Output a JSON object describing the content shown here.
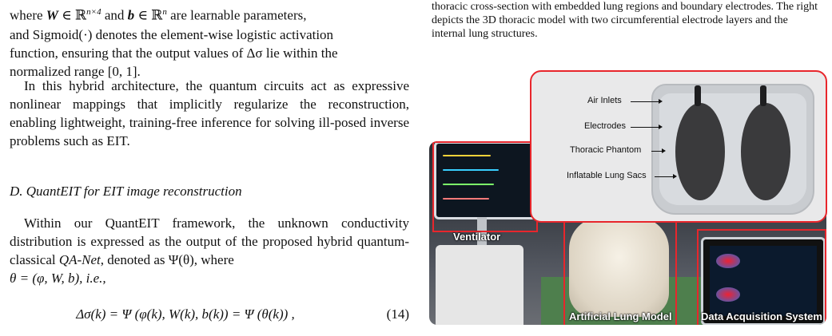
{
  "left_column": {
    "para1": {
      "prefix": "where ",
      "W": "W",
      "in1": " ∈ ",
      "R1": "ℝ",
      "sup1": "n×4",
      "and": " and ",
      "b": "b",
      "in2": " ∈ ",
      "R2": "ℝ",
      "sup2": "n",
      "rest1": " are learnable parameters,",
      "line2": "and Sigmoid(·) denotes the element-wise logistic activation",
      "line3": "function, ensuring that the output values of Δσ lie within the",
      "line4": "normalized range [0, 1]."
    },
    "para2": "In this hybrid architecture, the quantum circuits act as expressive nonlinear mappings that implicitly regularize the reconstruction, enabling lightweight, training-free inference for solving ill-posed inverse problems such as EIT.",
    "section_heading": "D. QuantEIT for EIT image reconstruction",
    "para3": {
      "text": "Within our QuantEIT framework, the unknown conductivity distribution is expressed as the output of the proposed hybrid quantum-classical ",
      "italic": "QA-Net",
      "text2": ", denoted as Ψ(θ), where",
      "line4": "θ = (φ, W, b), i.e.,"
    },
    "equation": {
      "body": "Δσ(k) = Ψ (φ(k), W(k), b(k)) = Ψ (θ(k)) ,",
      "number": "(14)"
    }
  },
  "caption": "thoracic cross-section with embedded lung regions and boundary electrodes. The right depicts the 3D thoracic model with two circumferential electrode layers and the internal lung structures.",
  "figure": {
    "inset_labels": {
      "air_inlets": "Air Inlets",
      "electrodes": "Electrodes",
      "thoracic_phantom": "Thoracic Phantom",
      "inflatable_lung_sacs": "Inflatable Lung Sacs"
    },
    "photo_labels": {
      "ventilator": "Ventilator",
      "artificial_lung_model": "Artificial Lung Model",
      "data_acquisition_system": "Data Acquisition System"
    },
    "accent_color": "#e8262c"
  }
}
